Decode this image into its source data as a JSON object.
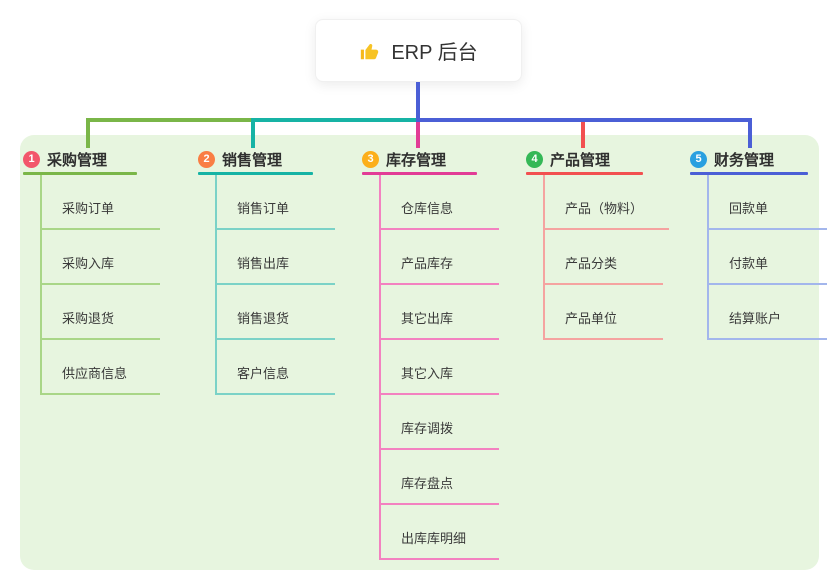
{
  "root": {
    "label": "ERP 后台",
    "icon": "thumbs-up-icon",
    "icon_color": "#f5b81c"
  },
  "canvas": {
    "background": "#ffffff",
    "panel_background": "#e7f5df",
    "stem_color": "#4b5fd6"
  },
  "branches": [
    {
      "number": "1",
      "label": "采购管理",
      "badge_color": "#f2566b",
      "line_color": "#7ab648",
      "child_line_color": "#a9d687",
      "children": [
        "采购订单",
        "采购入库",
        "采购退货",
        "供应商信息"
      ]
    },
    {
      "number": "2",
      "label": "销售管理",
      "badge_color": "#f97e44",
      "line_color": "#16b3a5",
      "child_line_color": "#7bd2c7",
      "children": [
        "销售订单",
        "销售出库",
        "销售退货",
        "客户信息"
      ]
    },
    {
      "number": "3",
      "label": "库存管理",
      "badge_color": "#fcaf1b",
      "line_color": "#e23c96",
      "child_line_color": "#f381c0",
      "children": [
        "仓库信息",
        "产品库存",
        "其它出库",
        "其它入库",
        "库存调拨",
        "库存盘点",
        "出库库明细"
      ]
    },
    {
      "number": "4",
      "label": "产品管理",
      "badge_color": "#35b857",
      "line_color": "#f25050",
      "child_line_color": "#f5a3a0",
      "children": [
        "产品（物料）",
        "产品分类",
        "产品单位"
      ]
    },
    {
      "number": "5",
      "label": "财务管理",
      "badge_color": "#29a0e0",
      "line_color": "#4b5fd6",
      "child_line_color": "#a3b6ec",
      "children": [
        "回款单",
        "付款单",
        "结算账户"
      ]
    }
  ]
}
